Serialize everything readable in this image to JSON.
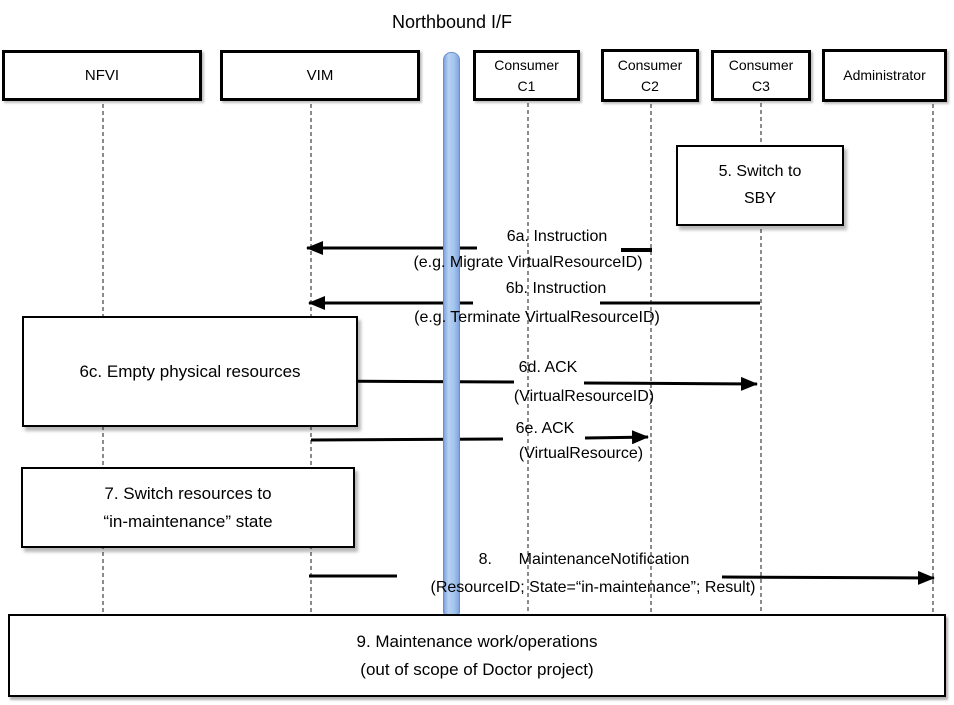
{
  "title": "Northbound I/F",
  "actors": [
    {
      "label": "NFVI"
    },
    {
      "label": "VIM"
    },
    {
      "label": "Consumer",
      "sublabel": "C1"
    },
    {
      "label": "Consumer",
      "sublabel": "C2"
    },
    {
      "label": "Consumer",
      "sublabel": "C3"
    },
    {
      "label": "Administrator"
    }
  ],
  "notes": {
    "switch_sby": {
      "line1": "5. Switch to",
      "line2": "SBY"
    },
    "empty_resources": {
      "line1": "6c. Empty physical resources"
    },
    "switch_maintenance": {
      "line1": "7. Switch resources to",
      "line2": "“in-maintenance” state"
    },
    "maintenance_work": {
      "line1": "9. Maintenance work/operations",
      "line2": "(out of scope of Doctor project)"
    }
  },
  "messages": {
    "m6a": {
      "label": "6a. Instruction",
      "detail": "(e.g. Migrate VirtualResourceID)"
    },
    "m6b": {
      "label": "6b. Instruction",
      "detail": "(e.g. Terminate VirtualResourceID)"
    },
    "m6d": {
      "label": "6d. ACK",
      "detail": "(VirtualResourceID)"
    },
    "m6e": {
      "label": "6e. ACK",
      "detail": "(VirtualResource)"
    },
    "m8": {
      "label": "8.      MaintenanceNotification",
      "detail": "(ResourceID; State=“in-maintenance”; Result)"
    }
  },
  "colors": {
    "arrow": "#000000",
    "lifeline": "#4d4d4d",
    "bar_light": "#b6d1f3",
    "bar_dark": "#7fa5dd",
    "bar_border": "#6b90c8"
  }
}
